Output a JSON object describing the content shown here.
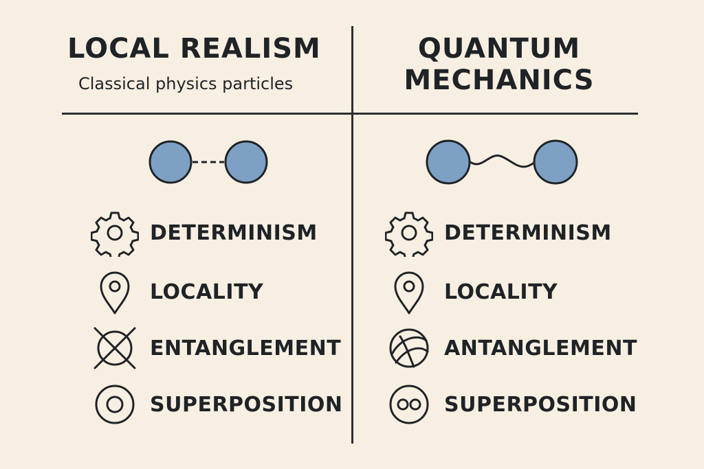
{
  "left": {
    "title": "LOCAL REALISM",
    "subtitle": "Classical physics particles",
    "items": [
      {
        "label": "DETERMINISM",
        "icon": "gear-icon"
      },
      {
        "label": "LOCALITY",
        "icon": "location-pin-icon"
      },
      {
        "label": "ENTANGLEMENT",
        "icon": "crossed-circle-icon"
      },
      {
        "label": "SUPERPOSITION",
        "icon": "concentric-circle-icon"
      }
    ]
  },
  "right": {
    "title": "QUANTUM MECHANICS",
    "items": [
      {
        "label": "DETERMINISM",
        "icon": "gear-icon"
      },
      {
        "label": "LOCALITY",
        "icon": "location-pin-icon"
      },
      {
        "label": "ANTANGLEMENT",
        "icon": "orbit-globe-icon"
      },
      {
        "label": "SUPERPOSITION",
        "icon": "double-dot-circle-icon"
      }
    ]
  },
  "colors": {
    "background": "#f8efe3",
    "ink": "#1f2326",
    "particle_fill": "#7ea0c4"
  }
}
